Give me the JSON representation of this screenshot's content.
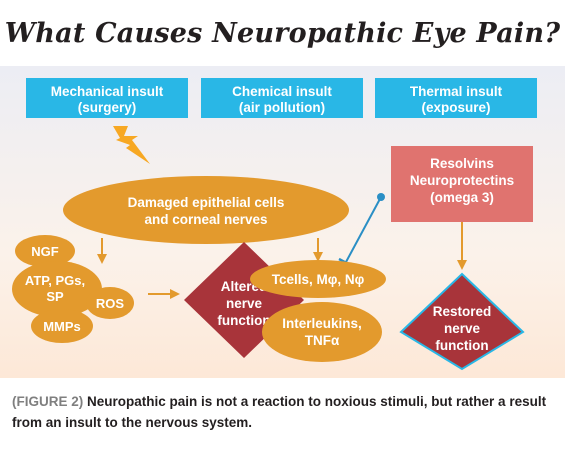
{
  "title": "What Causes Neuropathic Eye Pain?",
  "insults": [
    {
      "line1": "Mechanical insult",
      "line2": "(surgery)"
    },
    {
      "line1": "Chemical insult",
      "line2": "(air pollution)"
    },
    {
      "line1": "Thermal insult",
      "line2": "(exposure)"
    }
  ],
  "damaged": {
    "line1": "Damaged epithelial cells",
    "line2": "and corneal nerves"
  },
  "resolvins": {
    "line1": "Resolvins",
    "line2": "Neuroprotectins",
    "line3": "(omega 3)"
  },
  "mediators": {
    "ngf": "NGF",
    "atp_line1": "ATP, PGs,",
    "atp_line2": "SP",
    "ros": "ROS",
    "mmps": "MMPs"
  },
  "cells": {
    "tcells": "Tcells, Mφ, Nφ",
    "interleukins_line1": "Interleukins,",
    "interleukins_line2": "TNFα"
  },
  "altered": {
    "line1": "Altered",
    "line2": "nerve",
    "line3": "function"
  },
  "restored": {
    "line1": "Restored",
    "line2": "nerve",
    "line3": "function"
  },
  "caption": {
    "figure": "(FIGURE 2)",
    "text": " Neuropathic pain is not a reaction to noxious stimuli, but rather a result from an insult to the nervous system."
  },
  "colors": {
    "insult_box": "#29b7e6",
    "orange": "#e39a2d",
    "resolvin_box": "#e0736f",
    "diamond": "#a8343a",
    "lightning": "#f7a823",
    "inhibit_line": "#2a8fc5"
  }
}
